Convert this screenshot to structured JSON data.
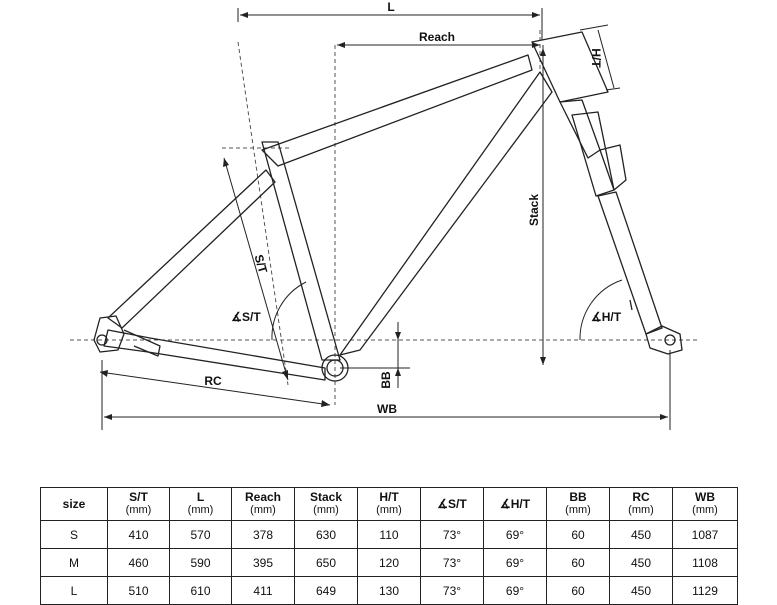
{
  "diagram": {
    "labels": {
      "l": "L",
      "reach": "Reach",
      "ht": "H/T",
      "stack": "Stack",
      "st": "S/T",
      "st_angle": "∡S/T",
      "ht_angle": "∡H/T",
      "rc": "RC",
      "bb": "BB",
      "wb": "WB"
    }
  },
  "table": {
    "columns": [
      {
        "label": "size",
        "unit": ""
      },
      {
        "label": "S/T",
        "unit": "(mm)"
      },
      {
        "label": "L",
        "unit": "(mm)"
      },
      {
        "label": "Reach",
        "unit": "(mm)"
      },
      {
        "label": "Stack",
        "unit": "(mm)"
      },
      {
        "label": "H/T",
        "unit": "(mm)"
      },
      {
        "label": "∡S/T",
        "unit": ""
      },
      {
        "label": "∡H/T",
        "unit": ""
      },
      {
        "label": "BB",
        "unit": "(mm)"
      },
      {
        "label": "RC",
        "unit": "(mm)"
      },
      {
        "label": "WB",
        "unit": "(mm)"
      }
    ],
    "rows": [
      [
        "S",
        "410",
        "570",
        "378",
        "630",
        "110",
        "73°",
        "69°",
        "60",
        "450",
        "1087"
      ],
      [
        "M",
        "460",
        "590",
        "395",
        "650",
        "120",
        "73°",
        "69°",
        "60",
        "450",
        "1108"
      ],
      [
        "L",
        "510",
        "610",
        "411",
        "649",
        "130",
        "73°",
        "69°",
        "60",
        "450",
        "1129"
      ]
    ]
  }
}
